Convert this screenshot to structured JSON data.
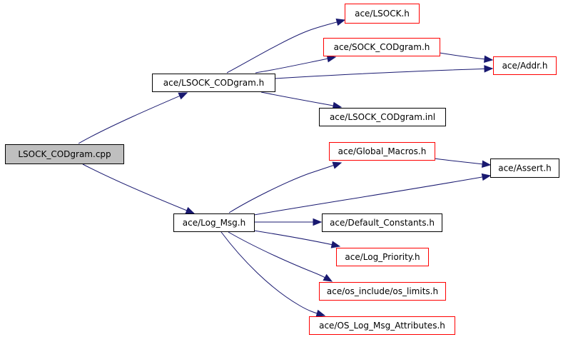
{
  "graph": {
    "type": "include-dependency-graph",
    "colors": {
      "edge": "#191970",
      "root_fill": "#bfbfbf",
      "normal_border": "#000000",
      "truncated_border": "#ff0000",
      "node_fill": "#ffffff"
    },
    "nodes": [
      {
        "id": "root",
        "label": "LSOCK_CODgram.cpp",
        "style": "root"
      },
      {
        "id": "lcodh",
        "label": "ace/LSOCK_CODgram.h",
        "style": "normal"
      },
      {
        "id": "lsock",
        "label": "ace/LSOCK.h",
        "style": "truncated"
      },
      {
        "id": "scod",
        "label": "ace/SOCK_CODgram.h",
        "style": "truncated"
      },
      {
        "id": "addr",
        "label": "ace/Addr.h",
        "style": "truncated"
      },
      {
        "id": "linl",
        "label": "ace/LSOCK_CODgram.inl",
        "style": "normal"
      },
      {
        "id": "logm",
        "label": "ace/Log_Msg.h",
        "style": "normal"
      },
      {
        "id": "gmac",
        "label": "ace/Global_Macros.h",
        "style": "truncated"
      },
      {
        "id": "asrt",
        "label": "ace/Assert.h",
        "style": "normal"
      },
      {
        "id": "dcon",
        "label": "ace/Default_Constants.h",
        "style": "normal"
      },
      {
        "id": "lpri",
        "label": "ace/Log_Priority.h",
        "style": "truncated"
      },
      {
        "id": "oslim",
        "label": "ace/os_include/os_limits.h",
        "style": "truncated"
      },
      {
        "id": "oslma",
        "label": "ace/OS_Log_Msg_Attributes.h",
        "style": "truncated"
      }
    ],
    "edges": [
      {
        "from": "root",
        "to": "lcodh"
      },
      {
        "from": "root",
        "to": "logm"
      },
      {
        "from": "lcodh",
        "to": "lsock"
      },
      {
        "from": "lcodh",
        "to": "scod"
      },
      {
        "from": "lcodh",
        "to": "addr"
      },
      {
        "from": "lcodh",
        "to": "linl"
      },
      {
        "from": "scod",
        "to": "addr"
      },
      {
        "from": "logm",
        "to": "gmac"
      },
      {
        "from": "logm",
        "to": "asrt"
      },
      {
        "from": "logm",
        "to": "dcon"
      },
      {
        "from": "logm",
        "to": "lpri"
      },
      {
        "from": "logm",
        "to": "oslim"
      },
      {
        "from": "logm",
        "to": "oslma"
      },
      {
        "from": "gmac",
        "to": "asrt"
      }
    ]
  }
}
